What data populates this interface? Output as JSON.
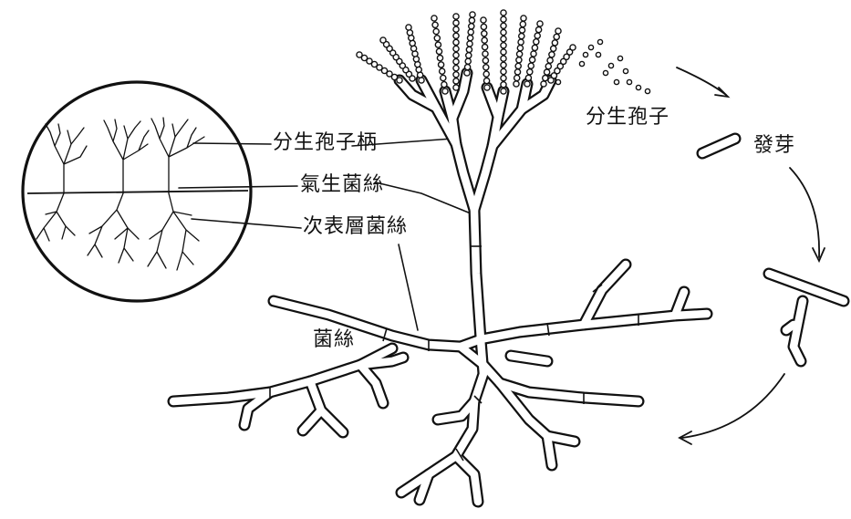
{
  "labels": {
    "conidiophore": "分生孢子柄",
    "aerial_hyphae": "氣生菌絲",
    "subsurface_hyphae": "次表層菌絲",
    "hyphae": "菌絲",
    "conidia": "分生孢子",
    "germination": "發芽"
  },
  "colors": {
    "ink": "#111111",
    "background": "#ffffff"
  }
}
